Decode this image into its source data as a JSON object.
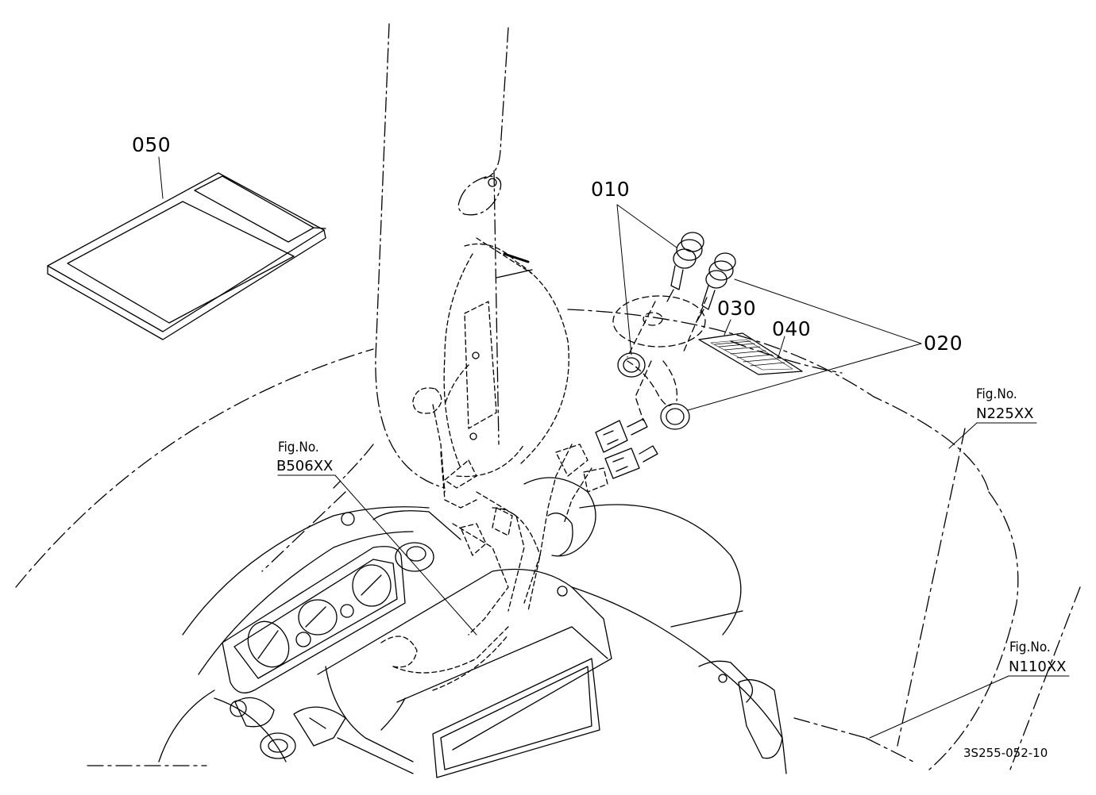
{
  "labels": {
    "part_010": "010",
    "part_020": "020",
    "part_030": "030",
    "part_040": "040",
    "part_050": "050"
  },
  "figure_refs": {
    "b506": {
      "caption": "Fig.No.",
      "number": "B506XX"
    },
    "n225": {
      "caption": "Fig.No.",
      "number": "N225XX"
    },
    "n110": {
      "caption": "Fig.No.",
      "number": "N110XX"
    }
  },
  "drawing_code": "3S255-052-10",
  "colors": {
    "ink": "#000000",
    "paper": "#ffffff"
  }
}
